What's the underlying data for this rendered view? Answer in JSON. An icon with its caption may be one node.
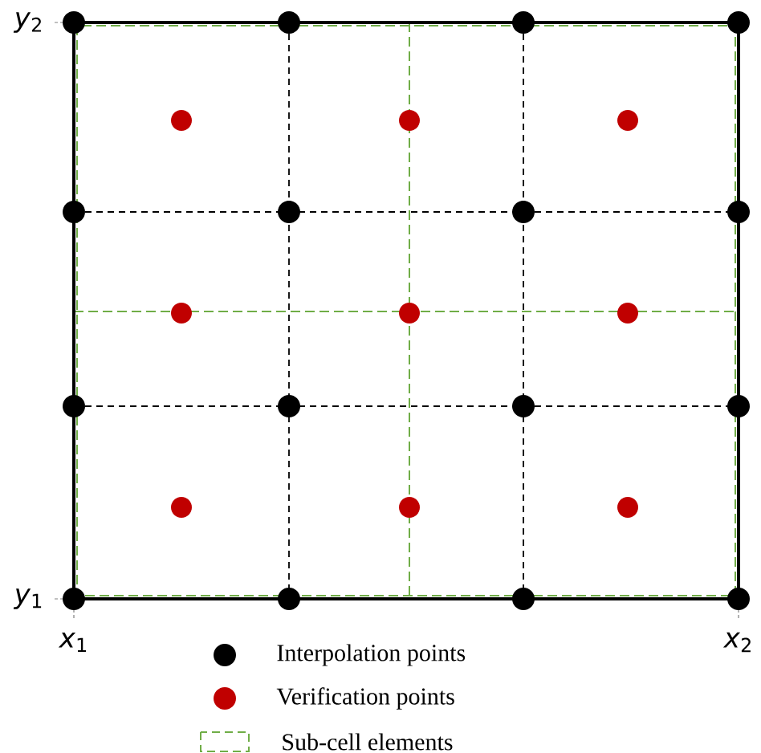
{
  "diagram": {
    "labels": [
      "*y*$_{2}$",
      "*y*$_{1}$",
      "*x*$_{1}$",
      "*x*$_{2}$"
    ],
    "legend": [
      {
        "text": "Interpolation points",
        "color": "#000000"
      },
      {
        "text": "Verification points",
        "color": "#c00000"
      },
      {
        "text": "Sub-cell elements",
        "color": "#70ad47"
      }
    ]
  }
}
